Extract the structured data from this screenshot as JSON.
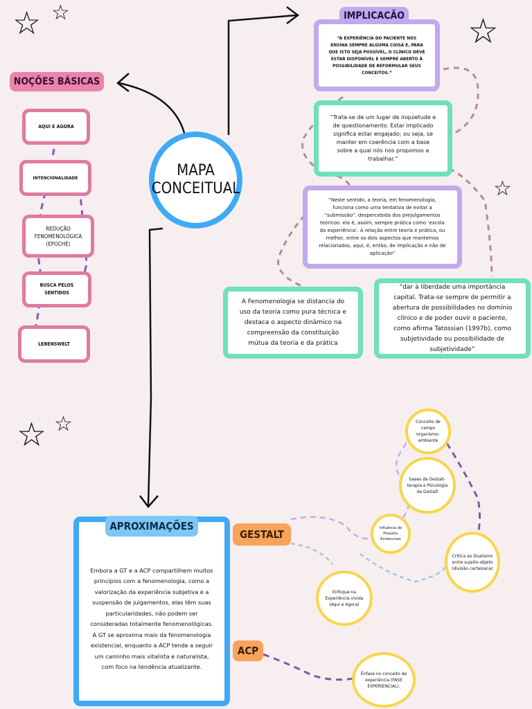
{
  "center": {
    "title_line1": "MAPA",
    "title_line2": "CONCEITUAL"
  },
  "nocoes": {
    "title": "NOÇÕES BÁSICAS",
    "items": [
      "AQUI E AGORA",
      "INTENCIONALIDADE",
      "REDUÇÃO FENOMENOLÓGICA (EPOCHÉ)",
      "BUSCA PELOS SENTIDOS",
      "LEBENSWELT"
    ]
  },
  "implicacao": {
    "title": "IMPLICAÇÃO",
    "quote1": "“A EXPERIÊNCIA DO PACIENTE NOS ENSINA SEMPRE ALGUMA COISA E, PARA QUE ISTO SEJA POSSÍVEL, O CLÍNICO DEVE ESTAR DISPONÍVEL E SEMPRE ABERTO À POSSIBILIDADE DE REFORMULAR SEUS CONCEITOS.”",
    "quote2": "“Trata-se de um lugar de inquietude e de questionamento. Estar implicado significa estar engajado; ou seja, se manter em coerência com a base sobre a qual nós nos propomos a trabalhar.”",
    "quote3": "“Neste sentido, a teoria, em fenomenologia, funciona como uma tentativa de evitar a “submissão”. despercebida dos prejulgamentos teóricos: ela é, assim, sempre prática como ‘escola da experiência’. A relação entre teoria e prática, ou melhor, entre os dois aspectos que mantemos relacionados, aqui, é, então, de implicação e não de aplicação”",
    "quote4": "A Fenomenologia se distancia do uso da teoria como pura técnica e destaca o aspecto dinâmico na compreensão da constituição mútua da teoria e da prática",
    "quote5": "“dar à liberdade uma importância capital. Trata-se sempre de permitir a abertura de possibilidades no domínio clínico e de poder ouvir o paciente, como afirma Tatossian (1997b), como subjetividade ou possibilidade de subjetividade”"
  },
  "aproximacoes": {
    "title": "APROXIMAÇÕES",
    "text": "Embora a GT e a ACP compartilhem muitos princípios com a fenomenologia, como a valorização da experiência subjetiva e a suspensão de julgamentos, elas têm suas particularidades, não podem ser consideradas totalmente fenomenológicas. A GT se aproxima mais da fenomenologia existencial, enquanto a ACP tende a seguir um caminho mais vitalista e naturalista, com foco na tendência atualizante."
  },
  "gestalt": {
    "label": "GESTALT",
    "circles": [
      "Conceito de campo organismo-ambiente",
      "bases da Gestalt-terapia e Psicologia da Gestalt",
      "Influência de Filósofos Existenciais",
      "Crítica ao Dualismo entre sujeito-objeto (divisão cartesiana)",
      "Enfoque na Experiência vivida (Aqui e Agora)"
    ]
  },
  "acp": {
    "label": "ACP",
    "circle": "Ênfase no conceito de experiência (FASE EXPERIENCIAL)."
  },
  "colors": {
    "pink": "#e07aa2",
    "green": "#6fe0b8",
    "purple": "#c2a8ec",
    "blue": "#3fa9f5",
    "yellow": "#f7d64a",
    "orange": "#f7a35c",
    "lightblue": "#7cc8f2",
    "background": "#f7eeef"
  },
  "icons": [
    "star-icon"
  ]
}
